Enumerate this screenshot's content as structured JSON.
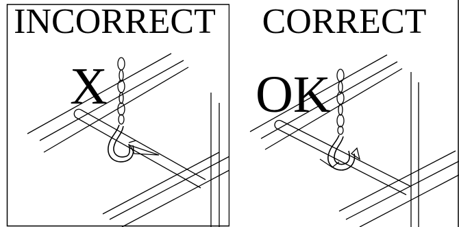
{
  "panels": {
    "incorrect": {
      "title": "INCORRECT",
      "mark": "X"
    },
    "correct": {
      "title": "CORRECT",
      "mark": "OK"
    }
  },
  "colors": {
    "line": "#000000",
    "background": "#ffffff"
  }
}
